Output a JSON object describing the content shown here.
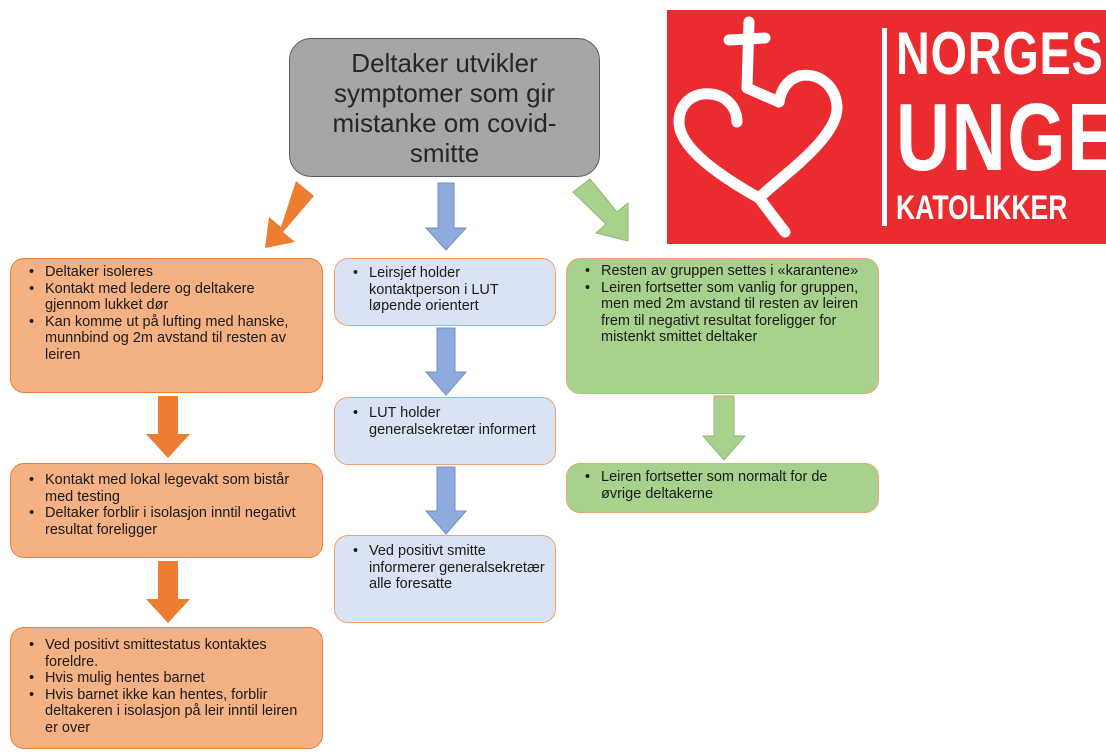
{
  "start": {
    "text": "Deltaker utvikler symptomer som gir mistanke om covid-smitte"
  },
  "left_column": [
    {
      "items": [
        "Deltaker isoleres",
        "Kontakt med ledere og deltakere gjennom lukket dør",
        "Kan komme ut på lufting med hanske, munnbind og 2m avstand til resten av leiren"
      ]
    },
    {
      "items": [
        "Kontakt med lokal legevakt som bistår med testing",
        "Deltaker forblir i isolasjon inntil negativt resultat foreligger"
      ]
    },
    {
      "items": [
        "Ved positivt smittestatus kontaktes foreldre.",
        "Hvis mulig hentes barnet",
        "Hvis barnet ikke kan hentes, forblir deltakeren i isolasjon på leir inntil leiren er over"
      ]
    }
  ],
  "middle_column": [
    {
      "items": [
        "Leirsjef holder kontaktperson i LUT løpende orientert"
      ]
    },
    {
      "items": [
        "LUT holder generalsekretær informert"
      ]
    },
    {
      "items": [
        "Ved positivt smitte informerer generalsekretær alle foresatte"
      ]
    }
  ],
  "right_column": [
    {
      "items": [
        "Resten av gruppen settes i «karantene»",
        "Leiren fortsetter som vanlig for gruppen, men med 2m avstand til resten av leiren frem til negativt resultat foreligger for mistenkt smittet deltaker"
      ]
    },
    {
      "items": [
        "Leiren fortsetter som normalt for de øvrige deltakerne"
      ]
    }
  ],
  "logo": {
    "line1": "NORGES",
    "line2": "UNGE",
    "line3": "KATOLIKKER",
    "background": "#ea2b2f",
    "symbol": "cross-heart-icon"
  },
  "colors": {
    "orange_fill": "#f4b183",
    "orange_arrow": "#ed7d31",
    "blue_fill": "#dae3f3",
    "blue_arrow": "#8faadc",
    "green_fill": "#a9d18e",
    "green_arrow": "#a9d18e",
    "start_fill": "#a6a6a6"
  }
}
